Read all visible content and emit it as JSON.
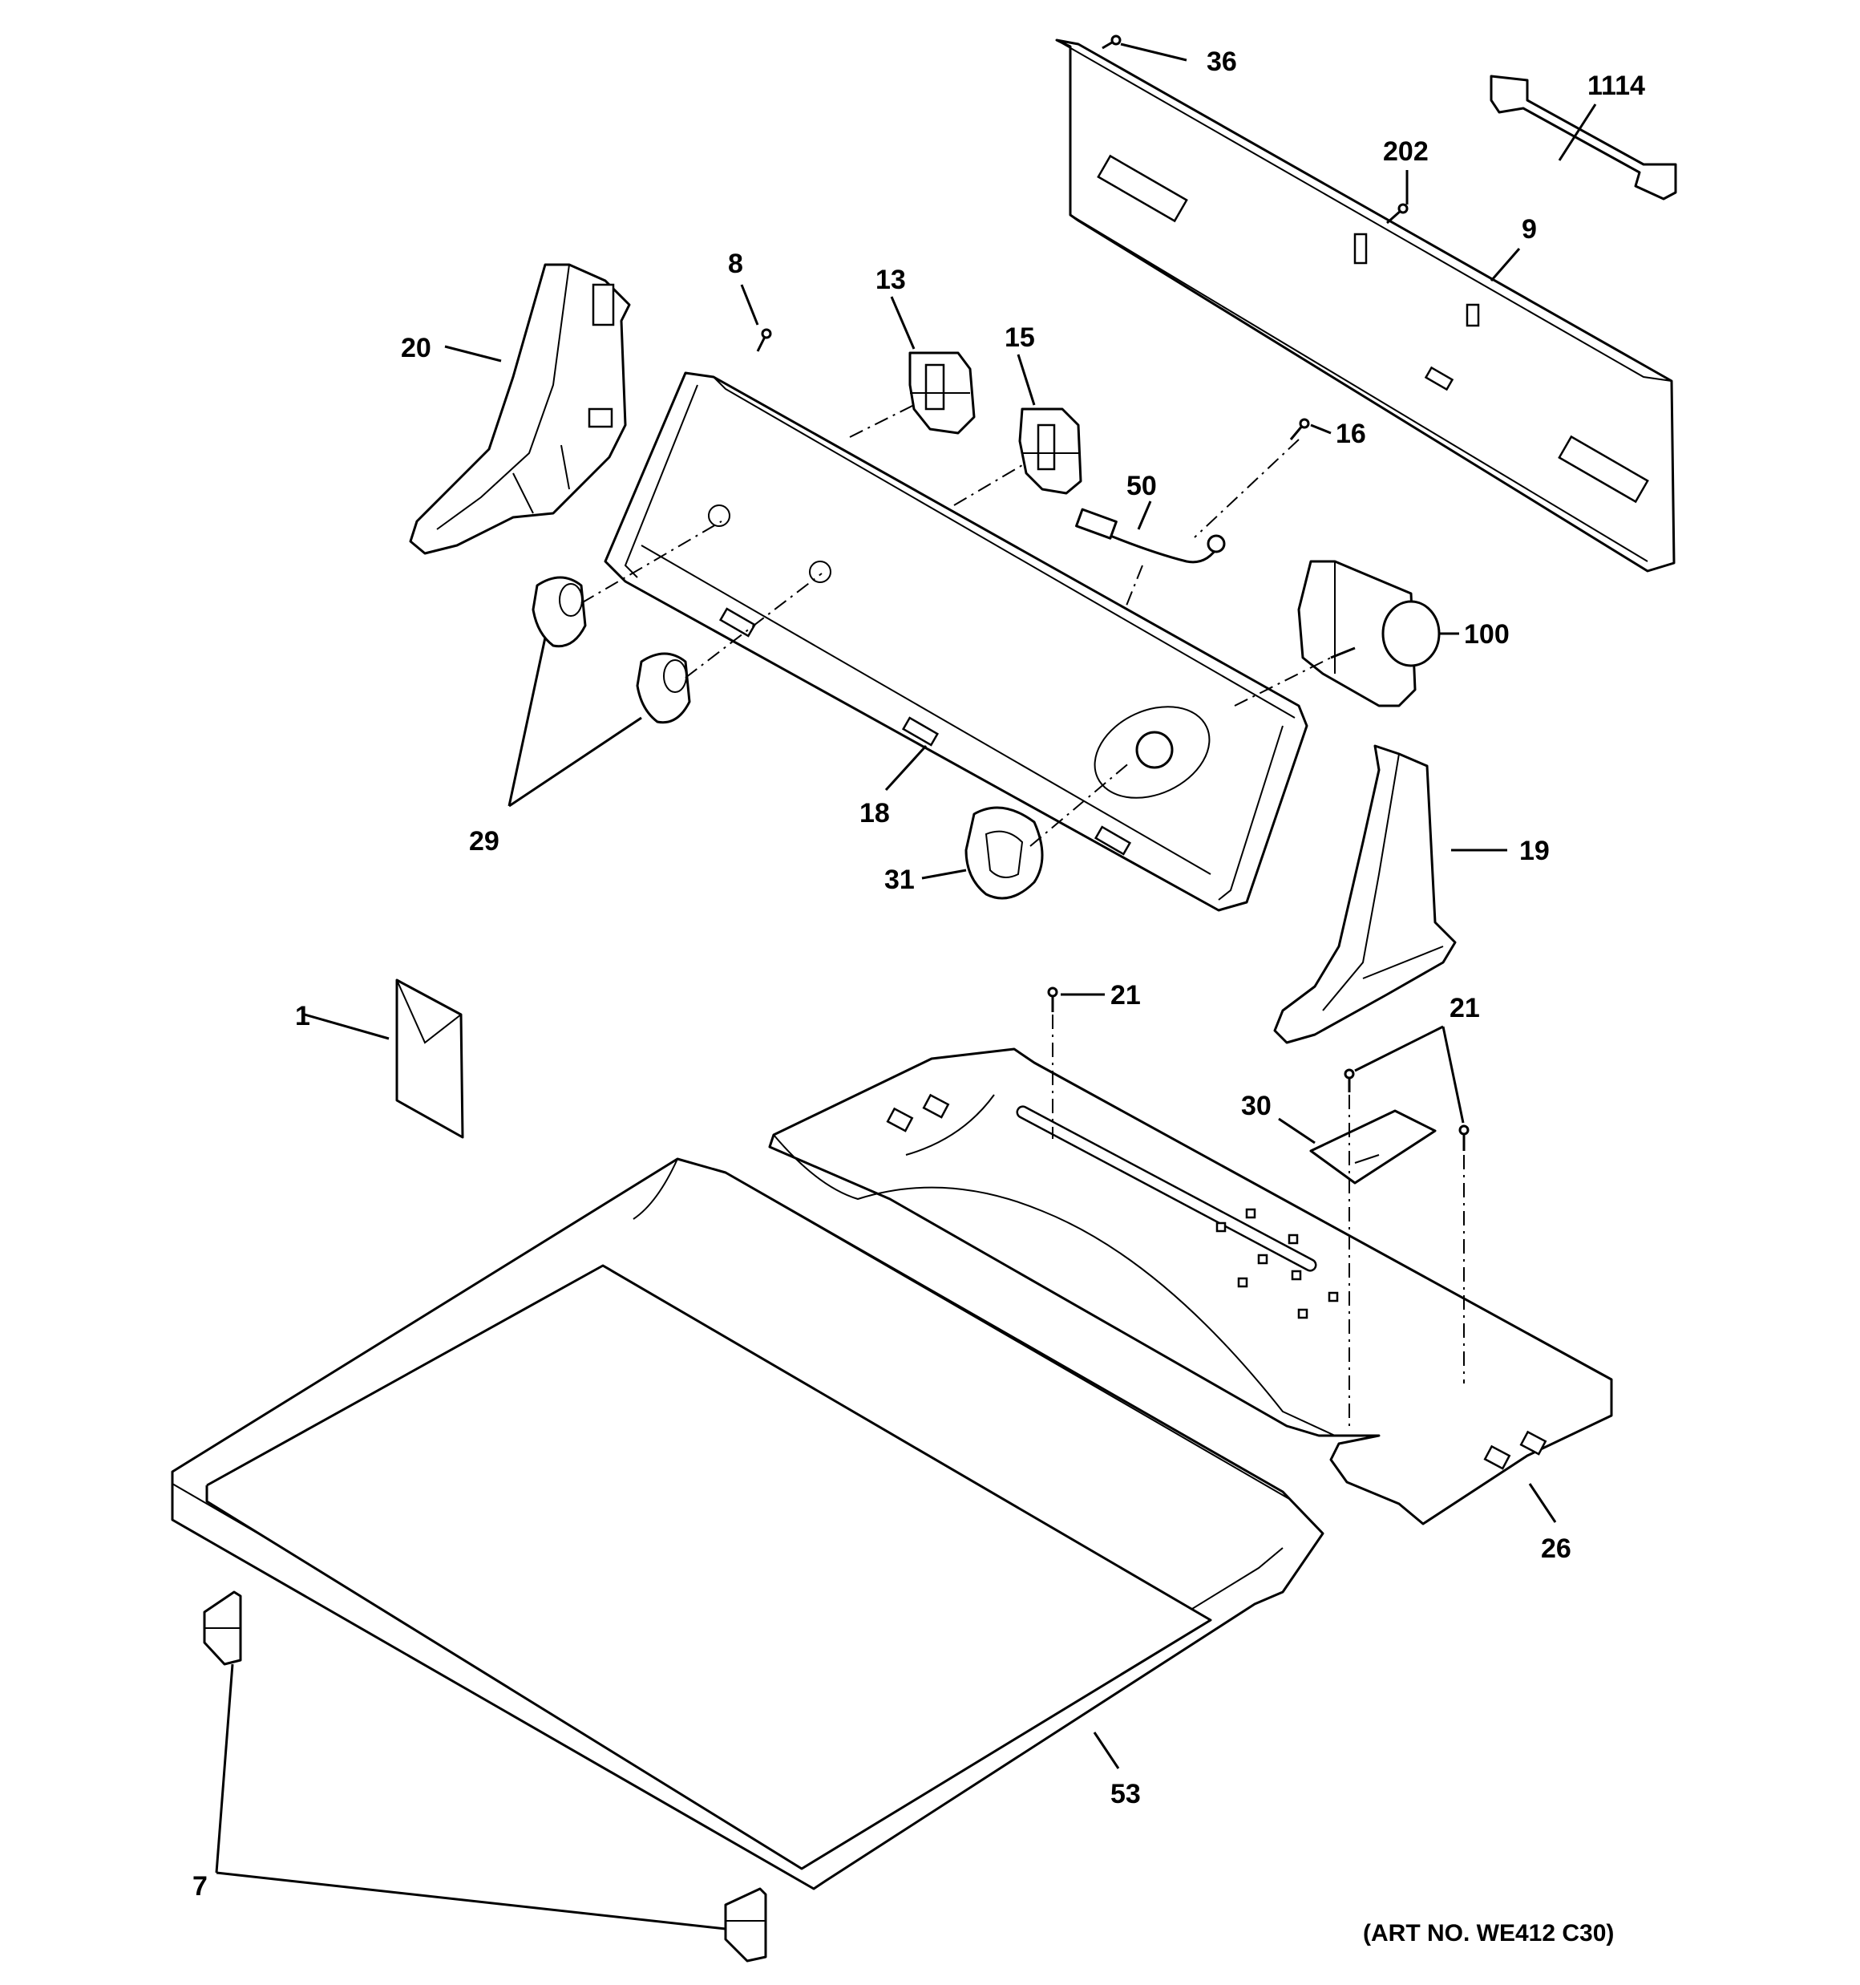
{
  "callouts": {
    "c36": "36",
    "c1114": "1114",
    "c202": "202",
    "c9": "9",
    "c8": "8",
    "c13": "13",
    "c15": "15",
    "c20": "20",
    "c16": "16",
    "c50": "50",
    "c100": "100",
    "c29": "29",
    "c18": "18",
    "c31": "31",
    "c19": "19",
    "c21a": "21",
    "c21b": "21",
    "c1": "1",
    "c30": "30",
    "c26": "26",
    "c53": "53",
    "c7": "7"
  },
  "art_number": "(ART NO. WE412 C30)"
}
